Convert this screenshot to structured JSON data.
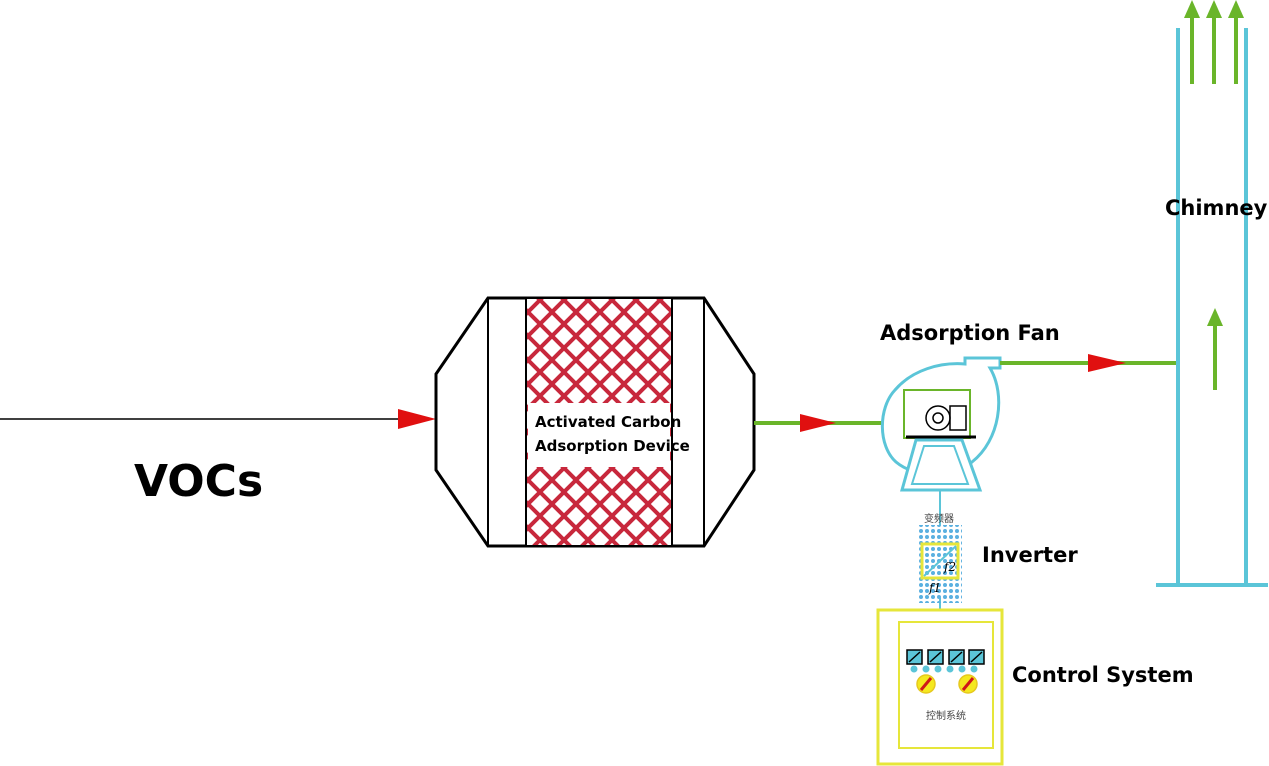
{
  "labels": {
    "vocs": "VOCs",
    "adsorber_line1": "Activated Carbon",
    "adsorber_line2": "Adsorption Device",
    "fan": "Adsorption Fan",
    "chimney": "Chimney",
    "inverter": "Inverter",
    "inverter_cn": "变频器",
    "inverter_f1": "f1",
    "inverter_f2": "f2",
    "control": "Control System",
    "control_cn": "控制系统"
  },
  "colors": {
    "inlet_line": "#000000",
    "flow_arrow": "#e01010",
    "duct": "#6ab52a",
    "equipment": "#5bc5d8",
    "carbon_mesh": "#c8283c",
    "control_box": "#e6e63a",
    "exhaust_arrow": "#6ab52a",
    "housing": "#000000"
  },
  "icons": {
    "flow_arrow": "red-triangle-arrow",
    "exhaust": "green-up-arrow",
    "fan": "centrifugal-fan-icon",
    "inverter": "inverter-icon",
    "control_panel": "control-cabinet-icon"
  }
}
